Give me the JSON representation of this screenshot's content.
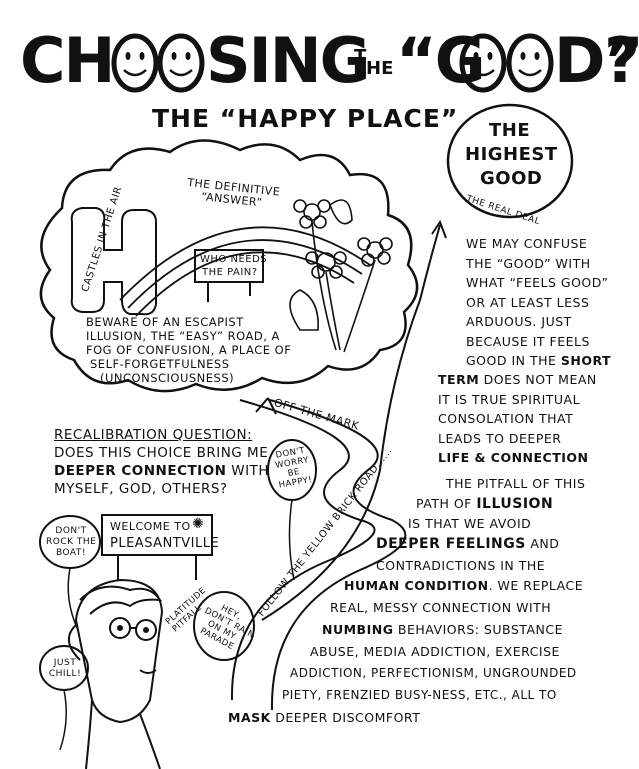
{
  "title": {
    "word1": "CH",
    "word1b": "SING",
    "the_top": "T",
    "the_bottom": "HE",
    "word2_open": "“G",
    "word2_close": "D”",
    "question": "?"
  },
  "subtitle": "THE “HAPPY PLACE”",
  "highest_good": {
    "line1": "THE",
    "line2": "HIGHEST",
    "line3": "GOOD",
    "tagline": "THE REAL DEAL"
  },
  "cloud": {
    "castles": "CASTLES IN THE AIR",
    "definitive1": "THE DEFINITIVE",
    "definitive2": "“ANSWER”",
    "sign1": "WHO NEEDS",
    "sign2": "THE PAIN?",
    "warning": [
      "BEWARE OF AN ESCAPIST",
      "ILLUSION, THE “EASY” ROAD, A",
      "FOG OF CONFUSION, A PLACE OF",
      "SELF-FORGETFULNESS",
      "(UNCONSCIOUSNESS)"
    ]
  },
  "road": {
    "off_the_mark": "OFF THE MARK",
    "follow": "FOLLOW THE YELLOW BRICK ROAD......",
    "balloon_dont_worry": [
      "DON'T",
      "WORRY",
      "BE",
      "HAPPY!"
    ],
    "platitude": [
      "PLATITUDE",
      "PITFALL"
    ],
    "balloon_hey": [
      "HEY,",
      "DON'T RAIN",
      "ON MY",
      "PARADE"
    ]
  },
  "recalibration": {
    "heading": "RECALIBRATION QUESTION:",
    "line1": "DOES THIS CHOICE BRING ME",
    "emph": "DEEPER CONNECTION",
    "line2_rest": " WITH",
    "line3": "MYSELF, GOD, OTHERS?"
  },
  "scene": {
    "balloon_rock": [
      "DON'T",
      "ROCK THE",
      "BOAT!"
    ],
    "welcome1": "WELCOME TO",
    "welcome2": "PLEASANTVILLE",
    "balloon_chill": [
      "JUST",
      "CHILL!"
    ]
  },
  "right_text1": [
    "WE MAY CONFUSE",
    "THE “GOOD” WITH",
    "WHAT “FEELS GOOD”",
    "OR AT LEAST LESS",
    "ARDUOUS. JUST",
    "BECAUSE IT FEELS"
  ],
  "right_text1_b": {
    "good_in_the": "GOOD IN THE ",
    "short": "SHORT",
    "term": "TERM",
    "does_not": " DOES NOT MEAN",
    "l9": "IT IS TRUE SPIRITUAL",
    "l10": "CONSOLATION THAT",
    "l11": "LEADS TO DEEPER",
    "life": "LIFE & CONNECTION"
  },
  "right_text2": {
    "l1": "THE PITFALL OF THIS",
    "l2_pre": "PATH OF ",
    "l2_emph": "ILLUSION",
    "l3": "IS THAT WE AVOID",
    "l4_emph": "DEEPER FEELINGS",
    "l4_rest": " AND",
    "l5": "CONTRADICTIONS IN THE",
    "l6_emph": "HUMAN CONDITION",
    "l6_rest": ". WE REPLACE",
    "l7": "REAL, MESSY CONNECTION WITH",
    "l8_emph": "NUMBING",
    "l8_rest": " BEHAVIORS: SUBSTANCE",
    "l9": "ABUSE, MEDIA ADDICTION, EXERCISE",
    "l10": "ADDICTION, PERFECTIONISM, UNGROUNDED",
    "l11": "PIETY, FRENZIED BUSY-NESS, ETC., ALL TO",
    "l12_emph": "MASK",
    "l12_rest": " DEEPER DISCOMFORT"
  }
}
